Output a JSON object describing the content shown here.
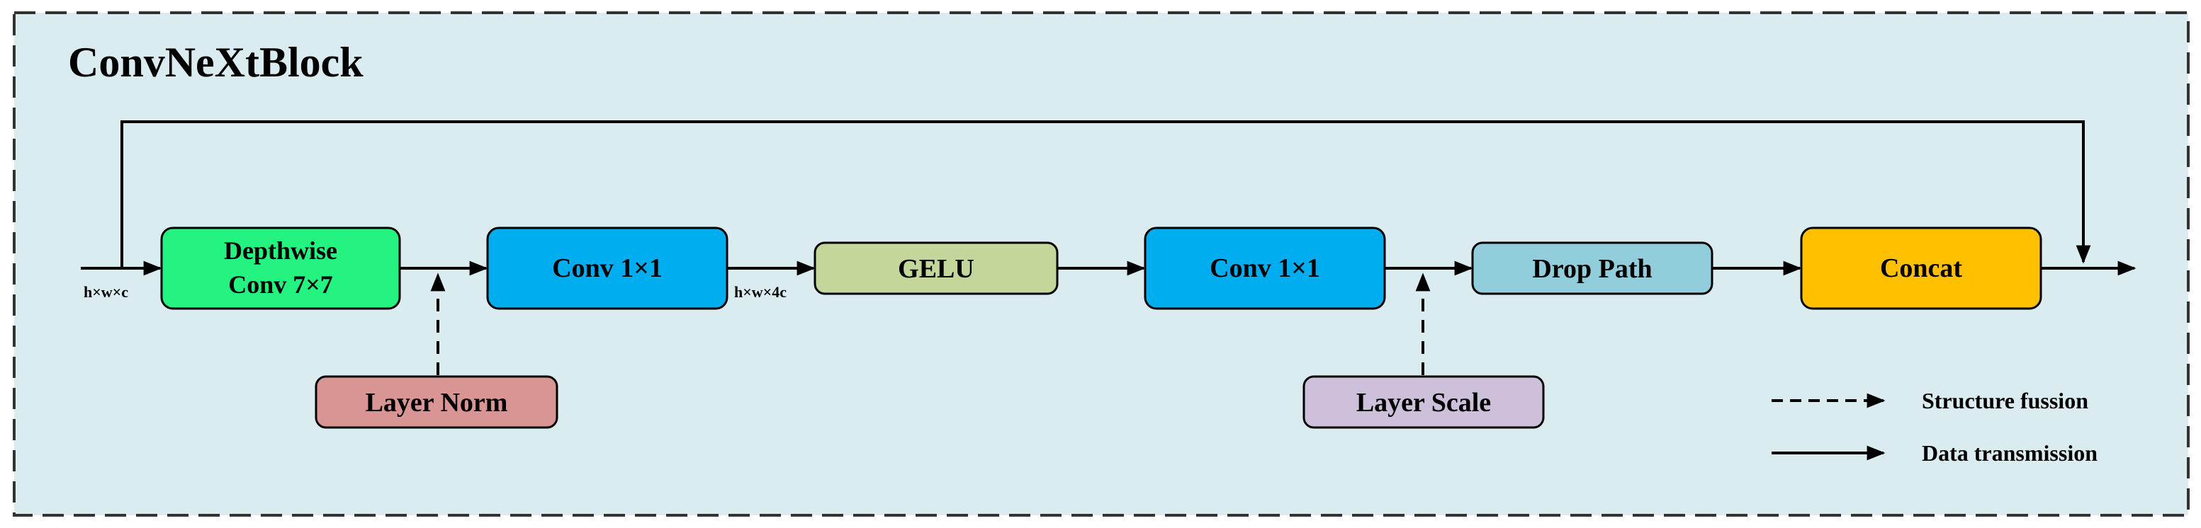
{
  "title": "ConvNeXtBlock",
  "colors": {
    "panel_bg": "#dbecf1",
    "panel_border": "#333333",
    "depthwise": "#22f47f",
    "conv1": "#00aeef",
    "gelu": "#c4d79b",
    "conv2": "#00aeef",
    "drop_path": "#92cddc",
    "concat": "#ffc000",
    "layer_norm": "#d99594",
    "layer_scale": "#ccc0da",
    "stroke": "#000000"
  },
  "blocks": {
    "depthwise": {
      "line1": "Depthwise",
      "line2": "Conv 7×7"
    },
    "conv1": "Conv 1×1",
    "gelu": "GELU",
    "conv2": "Conv 1×1",
    "drop_path": "Drop Path",
    "concat": "Concat",
    "layer_norm": "Layer Norm",
    "layer_scale": "Layer Scale"
  },
  "dims": {
    "input": "h×w×c",
    "expanded": "h×w×4c"
  },
  "legend": {
    "dashed": "Structure fussion",
    "solid": "Data transmission"
  }
}
